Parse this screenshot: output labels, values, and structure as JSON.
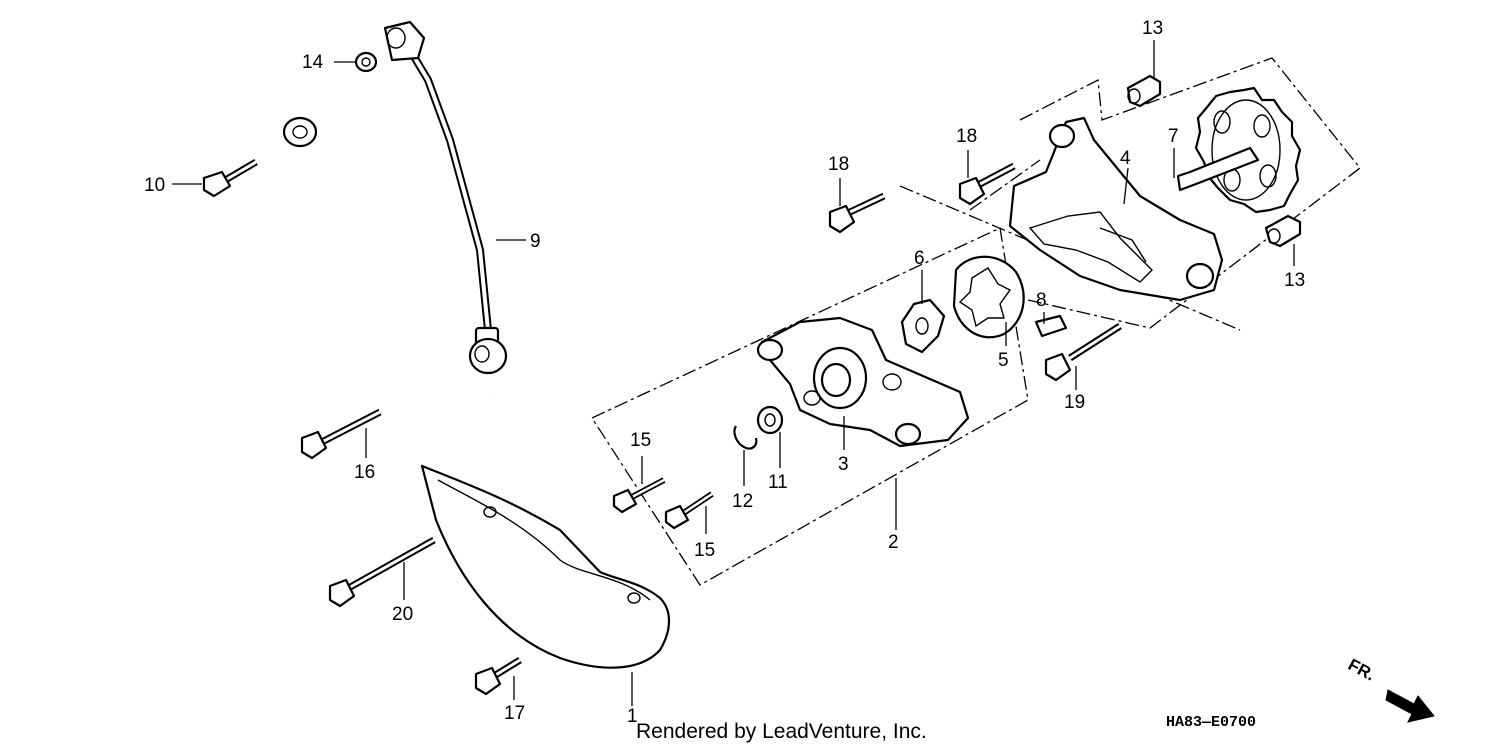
{
  "diagram": {
    "callouts": [
      {
        "id": "label-1",
        "text": "1"
      },
      {
        "id": "label-2",
        "text": "2"
      },
      {
        "id": "label-3",
        "text": "3"
      },
      {
        "id": "label-4",
        "text": "4"
      },
      {
        "id": "label-5",
        "text": "5"
      },
      {
        "id": "label-6",
        "text": "6"
      },
      {
        "id": "label-7",
        "text": "7"
      },
      {
        "id": "label-8",
        "text": "8"
      },
      {
        "id": "label-9",
        "text": "9"
      },
      {
        "id": "label-10",
        "text": "10"
      },
      {
        "id": "label-11",
        "text": "11"
      },
      {
        "id": "label-12",
        "text": "12"
      },
      {
        "id": "label-13a",
        "text": "13"
      },
      {
        "id": "label-13b",
        "text": "13"
      },
      {
        "id": "label-14",
        "text": "14"
      },
      {
        "id": "label-15a",
        "text": "15"
      },
      {
        "id": "label-15b",
        "text": "15"
      },
      {
        "id": "label-16",
        "text": "16"
      },
      {
        "id": "label-17",
        "text": "17"
      },
      {
        "id": "label-18a",
        "text": "18"
      },
      {
        "id": "label-18b",
        "text": "18"
      },
      {
        "id": "label-19",
        "text": "19"
      },
      {
        "id": "label-20",
        "text": "20"
      }
    ],
    "footer_text": "Rendered by LeadVenture, Inc.",
    "diagram_code": "HA83—E0700",
    "front_marker": "FR."
  }
}
